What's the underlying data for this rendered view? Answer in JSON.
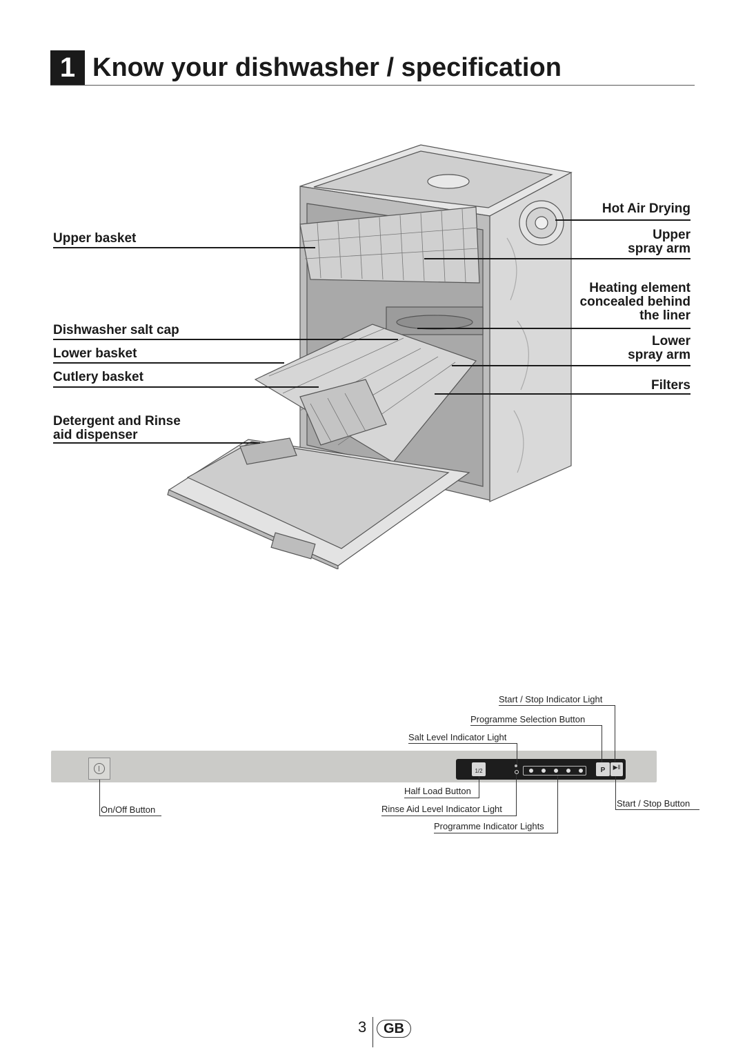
{
  "header": {
    "section_number": "1",
    "title": "Know your dishwasher / specification"
  },
  "parts_left": {
    "upper_basket": "Upper basket",
    "salt_cap": "Dishwasher salt cap",
    "lower_basket": "Lower basket",
    "cutlery_basket": "Cutlery basket",
    "detergent_line1": "Detergent and Rinse",
    "detergent_line2": "aid dispenser"
  },
  "parts_right": {
    "hot_air_drying": "Hot Air Drying",
    "upper_spray_line1": "Upper",
    "upper_spray_line2": "spray arm",
    "heating_line1": "Heating element",
    "heating_line2": "concealed behind",
    "heating_line3": "the liner",
    "lower_spray_line1": "Lower",
    "lower_spray_line2": "spray arm",
    "filters": "Filters"
  },
  "control_panel": {
    "start_stop_indicator": "Start / Stop Indicator Light",
    "programme_selection": "Programme Selection Button",
    "salt_level_indicator": "Salt Level Indicator Light",
    "on_off": "On/Off Button",
    "half_load": "Half Load Button",
    "rinse_aid_indicator": "Rinse Aid Level Indicator Light",
    "programme_indicators": "Programme Indicator Lights",
    "start_stop_button": "Start / Stop Button",
    "half_load_key": "1/2",
    "programme_key": "P",
    "start_stop_key": "▶‖"
  },
  "footer": {
    "page_number": "3",
    "language": "GB"
  }
}
